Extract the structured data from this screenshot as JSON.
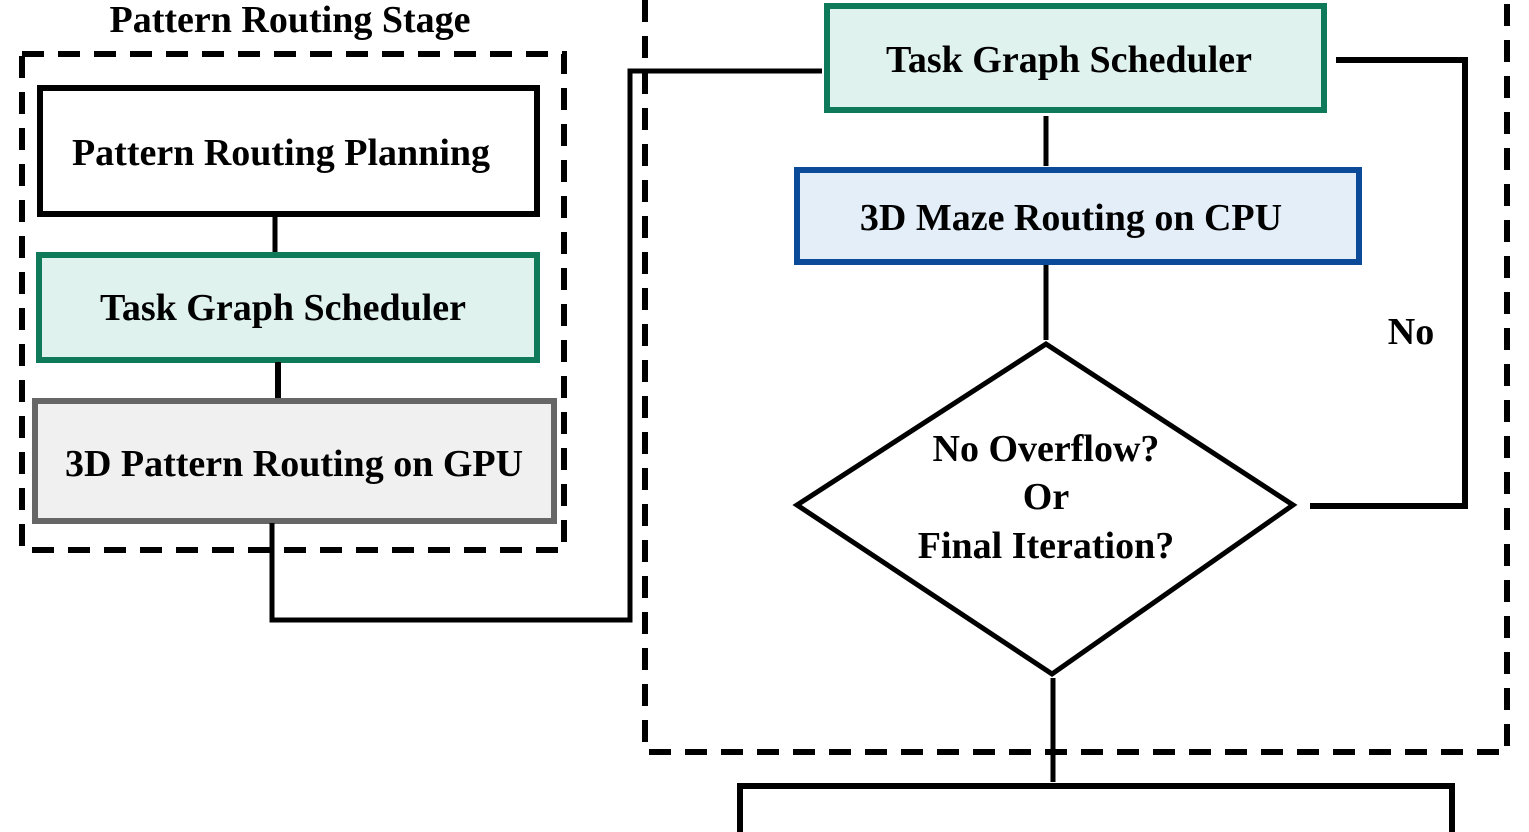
{
  "stages": {
    "pattern_stage": {
      "title": "Pattern Routing Stage",
      "nodes": {
        "planning": "Pattern Routing Planning",
        "scheduler": "Task Graph Scheduler",
        "gpu_routing": "3D Pattern Routing on GPU"
      }
    },
    "maze_stage": {
      "nodes": {
        "scheduler": "Task Graph Scheduler",
        "cpu_routing": "3D Maze Routing on CPU",
        "decision": {
          "line1": "No Overflow?",
          "line2": "Or",
          "line3": "Final Iteration?"
        }
      },
      "edge_labels": {
        "no": "No"
      }
    }
  },
  "colors": {
    "scheduler_border": "#0e7a5a",
    "scheduler_fill": "#e0f2ee",
    "cpu_border": "#0b4a99",
    "cpu_fill": "#e3eef8",
    "gpu_border": "#666666",
    "gpu_fill": "#f0f0f0",
    "line": "#000000"
  }
}
